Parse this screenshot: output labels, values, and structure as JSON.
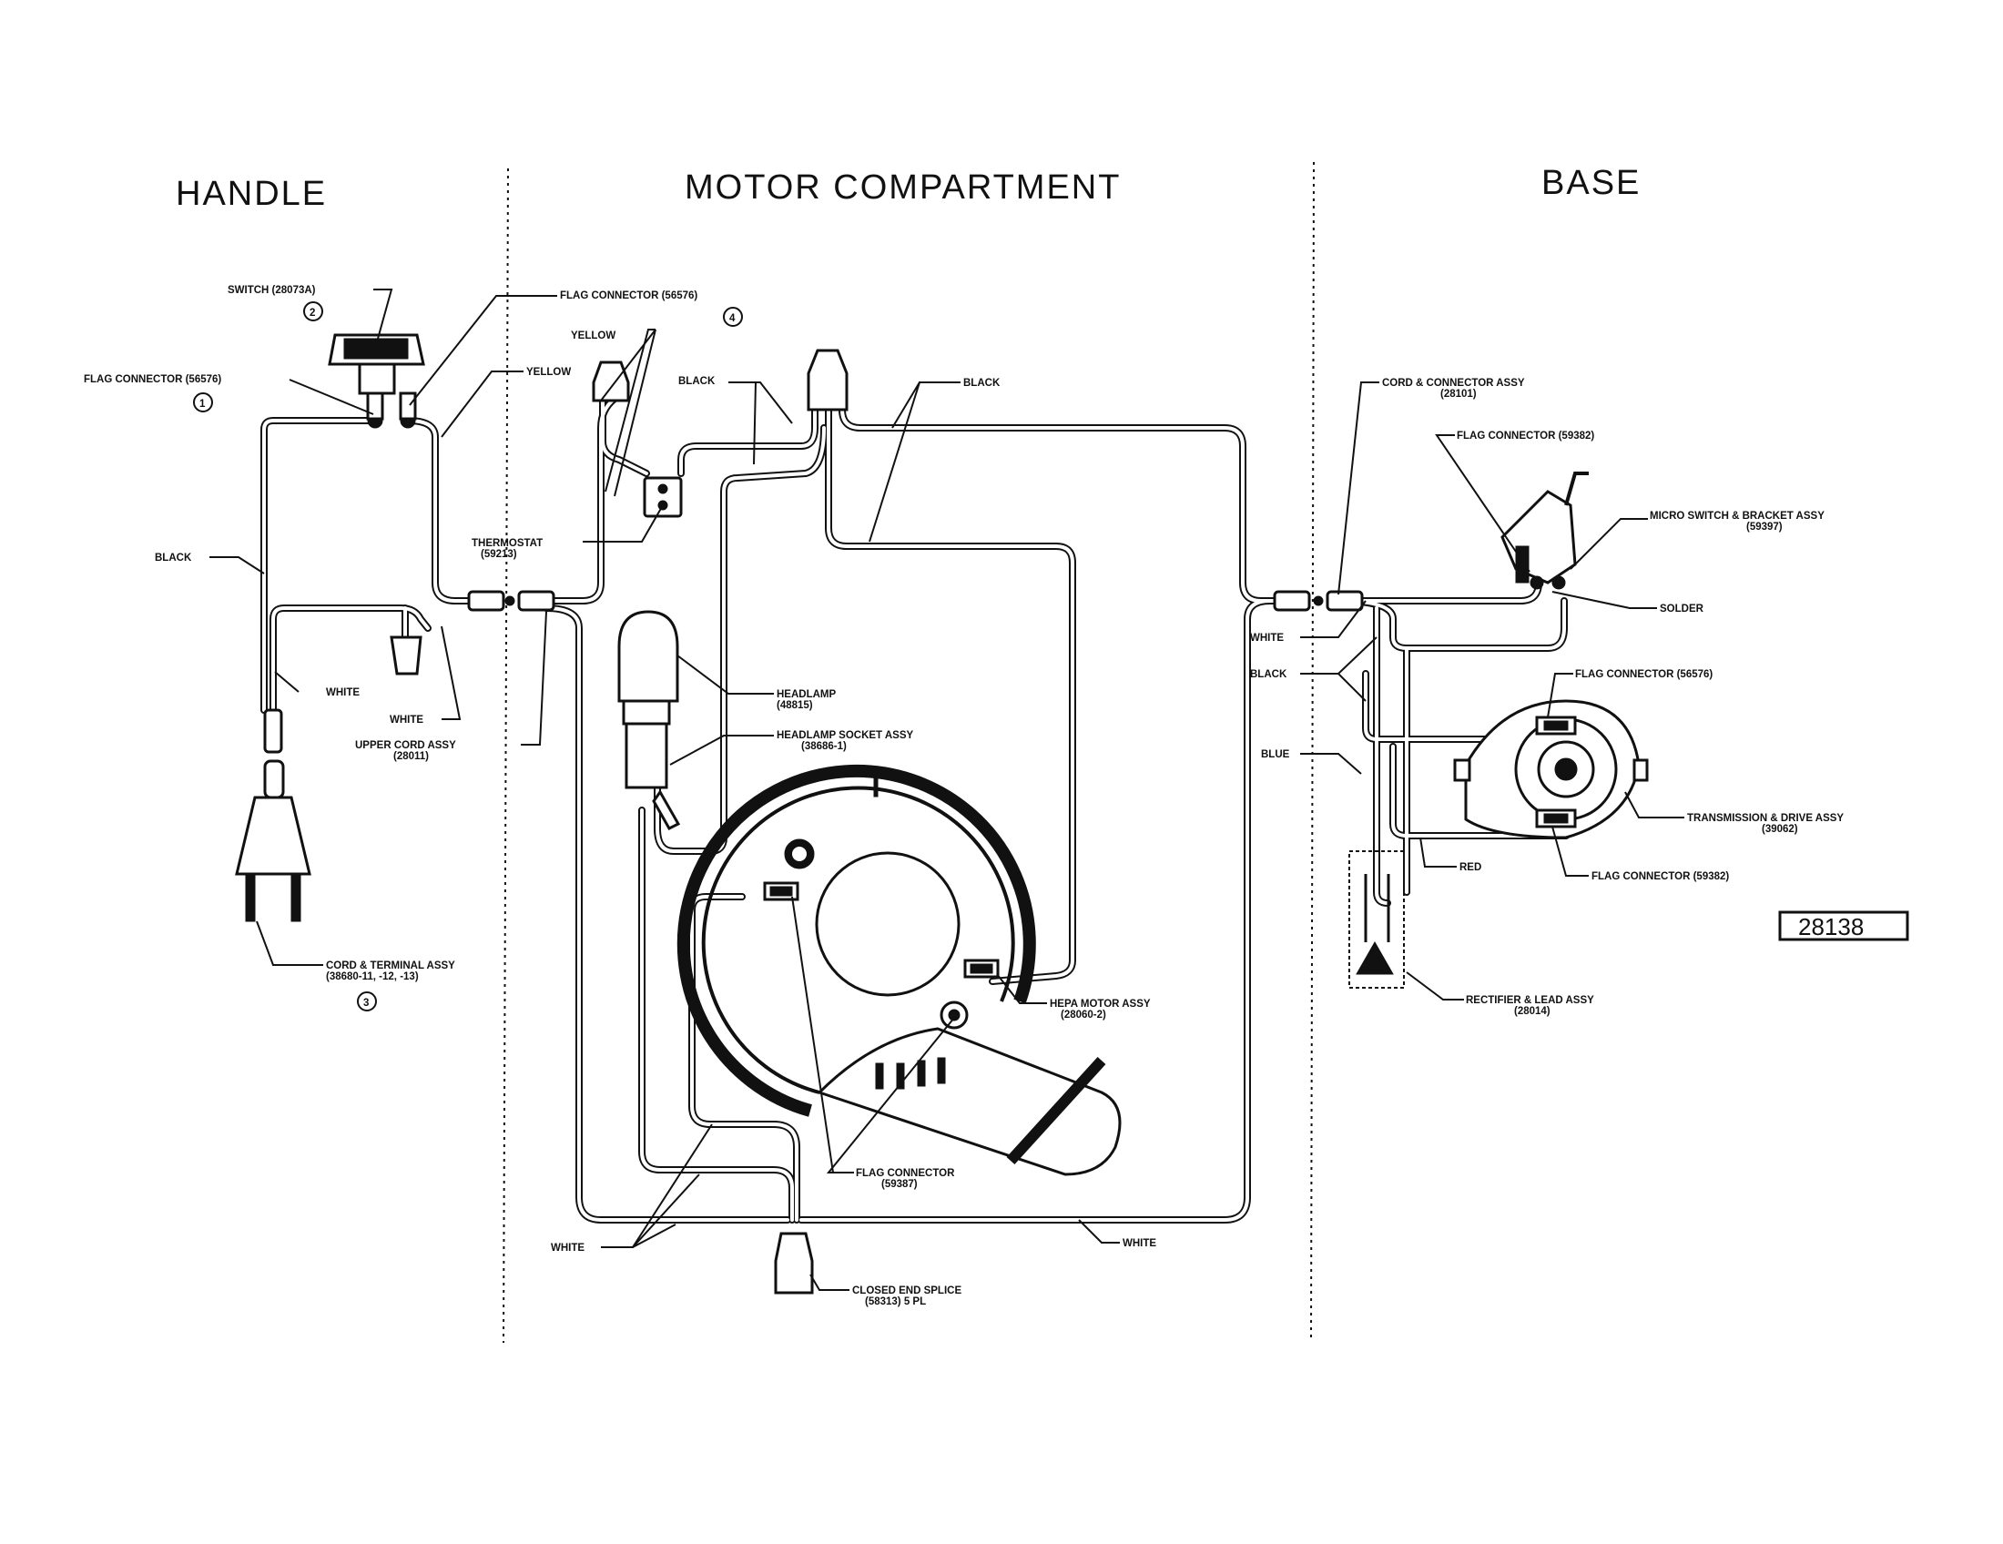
{
  "sections": {
    "handle": "HANDLE",
    "motor": "MOTOR COMPARTMENT",
    "base": "BASE"
  },
  "labels": {
    "switch": "SWITCH (28073A)",
    "flag_connector_56576_top": "FLAG CONNECTOR (56576)",
    "flag_connector_56576_left": "FLAG CONNECTOR (56576)",
    "yellow_top": "YELLOW",
    "yellow_left": "YELLOW",
    "black_motor_left": "BLACK",
    "black_motor_right": "BLACK",
    "black_handle": "BLACK",
    "thermostat_line1": "THERMOSTAT",
    "thermostat_line2": "(59213)",
    "white_handle": "WHITE",
    "white_handle2": "WHITE",
    "upper_cord_line1": "UPPER CORD ASSY",
    "upper_cord_line2": "(28011)",
    "cord_terminal_line1": "CORD & TERMINAL ASSY",
    "cord_terminal_line2": "(38680-11, -12, -13)",
    "headlamp_line1": "HEADLAMP",
    "headlamp_line2": "(48815)",
    "headlamp_socket_line1": "HEADLAMP SOCKET ASSY",
    "headlamp_socket_line2": "(38686-1)",
    "hepa_line1": "HEPA MOTOR ASSY",
    "hepa_line2": "(28060-2)",
    "flag_59387_line1": "FLAG CONNECTOR",
    "flag_59387_line2": "(59387)",
    "white_bottom_left": "WHITE",
    "white_bottom_right": "WHITE",
    "splice_line1": "CLOSED END SPLICE",
    "splice_line2": "(58313) 5 PL",
    "cord_connector_line1": "CORD & CONNECTOR ASSY",
    "cord_connector_line2": "(28101)",
    "flag_59382_top": "FLAG CONNECTOR (59382)",
    "micro_switch_line1": "MICRO SWITCH & BRACKET ASSY",
    "micro_switch_line2": "(59397)",
    "solder": "SOLDER",
    "white_base": "WHITE",
    "black_base": "BLACK",
    "blue_base": "BLUE",
    "flag_56576_base": "FLAG CONNECTOR (56576)",
    "transmission_line1": "TRANSMISSION & DRIVE ASSY",
    "transmission_line2": "(39062)",
    "red_base": "RED",
    "flag_59382_bottom": "FLAG CONNECTOR (59382)",
    "rectifier_line1": "RECTIFIER & LEAD ASSY",
    "rectifier_line2": "(28014)",
    "drawing_number": "28138"
  },
  "notes": {
    "n1": "1",
    "n2": "2",
    "n3": "3",
    "n4": "4"
  }
}
